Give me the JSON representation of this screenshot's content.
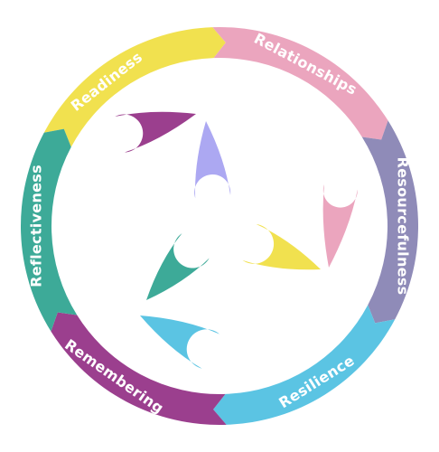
{
  "diagram": {
    "segments": [
      {
        "label": "Readiness",
        "color": "#f1e14f"
      },
      {
        "label": "Relationships",
        "color": "#eba5be"
      },
      {
        "label": "Resourcefulness",
        "color": "#8f8bb8"
      },
      {
        "label": "Resilience",
        "color": "#5bc4e3"
      },
      {
        "label": "Remembering",
        "color": "#9b3f8e"
      },
      {
        "label": "Reflectiveness",
        "color": "#3daa98"
      }
    ],
    "petals": [
      {
        "name": "petal-purple",
        "color": "#9b3f8e"
      },
      {
        "name": "petal-lavender",
        "color": "#aca8f2"
      },
      {
        "name": "petal-pink",
        "color": "#eba5be"
      },
      {
        "name": "petal-yellow",
        "color": "#f1e14f"
      },
      {
        "name": "petal-teal",
        "color": "#3daa98"
      },
      {
        "name": "petal-blue",
        "color": "#5bc4e3"
      }
    ]
  }
}
